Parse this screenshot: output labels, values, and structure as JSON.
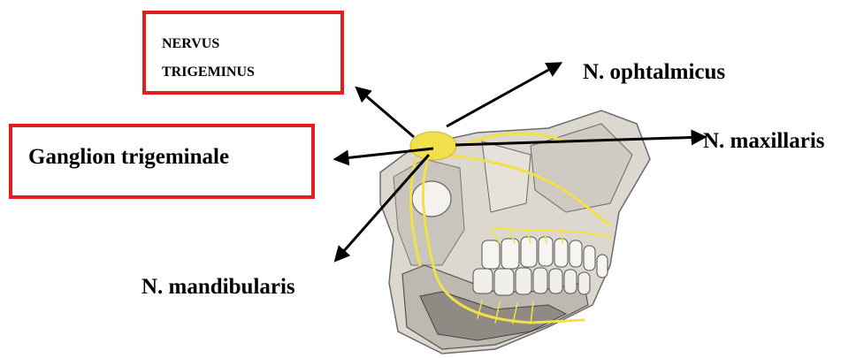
{
  "labels": {
    "nervus_line1": "NERVUS",
    "nervus_line2": "TRIGEMINUS",
    "ganglion": "Ganglion trigeminale",
    "ophtalmicus": "N. ophtalmicus",
    "maxillaris": "N. maxillaris",
    "mandibularis": "N. mandibularis"
  },
  "colors": {
    "box_border": "#e02020",
    "nerve": "#f2e04a",
    "bone": "#d9d5cc",
    "arrow": "#000000"
  }
}
